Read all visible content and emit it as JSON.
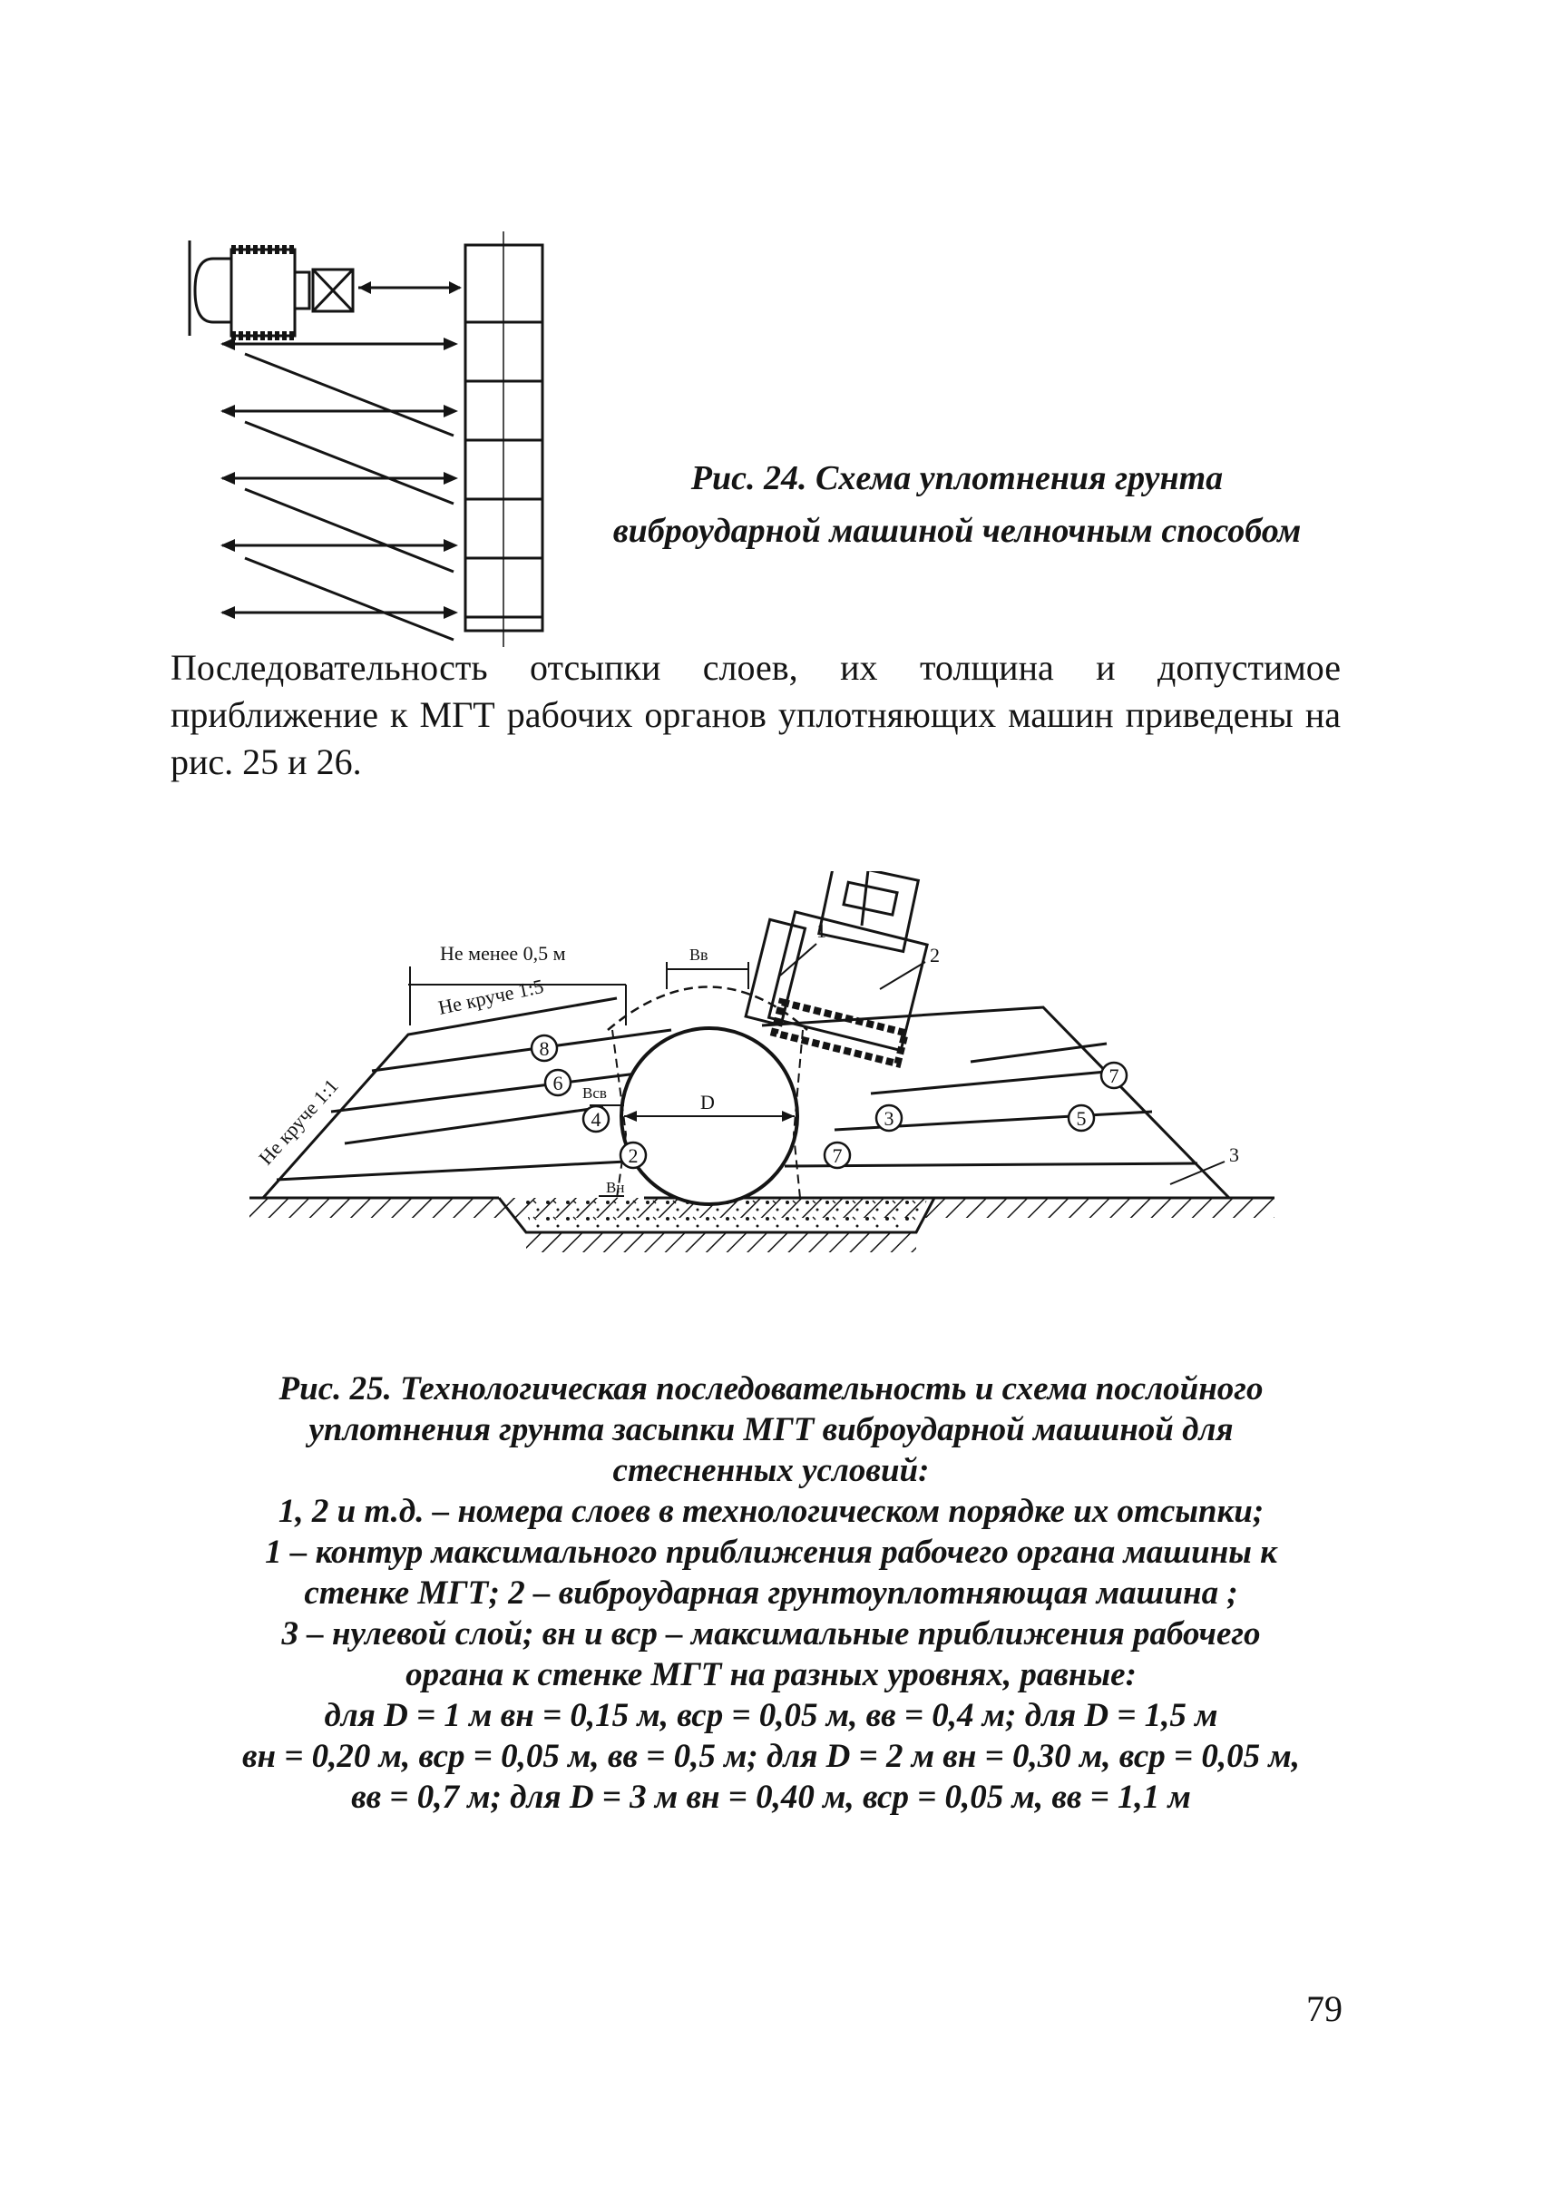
{
  "figure24": {
    "caption_line1": "Рис. 24. Схема уплотнения грунта",
    "caption_line2": "виброударной машиной челночным способом"
  },
  "body_text": "Последовательность отсыпки слоев, их толщина и допустимое приближение к МГТ рабочих органов уплотняющих машин приведены на рис. 25 и 26.",
  "figure25": {
    "labels": {
      "not_less": "Не менее 0,5 м",
      "not_steeper_15": "Не круче 1:5",
      "not_steeper_11": "Не круче 1:1",
      "bv": "Вв",
      "bsv": "Всв",
      "bn": "Вн",
      "d": "D",
      "callout_1": "1",
      "callout_2": "2",
      "callout_3": "3"
    },
    "layer_numbers": [
      "2",
      "3",
      "4",
      "5",
      "6",
      "7",
      "7",
      "8"
    ],
    "caption_lines": [
      "Рис. 25. Технологическая последовательность и схема послойного",
      "уплотнения грунта засыпки МГТ виброударной машиной для",
      "стесненных условий:",
      "1, 2 и т.д. – номера слоев в технологическом порядке их отсыпки;",
      "1 – контур максимального приближения рабочего органа машины к",
      "стенке МГТ; 2 – виброударная грунтоуплотняющая машина ;",
      "3 – нулевой слой; вн и вср – максимальные приближения рабочего",
      "органа к стенке МГТ на разных уровнях, равные:",
      "для D = 1 м вн = 0,15 м, вср = 0,05 м, вв = 0,4 м; для D = 1,5 м",
      "вн = 0,20 м, вср = 0,05 м, вв = 0,5 м; для D = 2 м вн = 0,30 м, вср = 0,05 м,",
      "вв = 0,7 м; для D = 3 м вн = 0,40 м, вср = 0,05 м, вв = 1,1 м"
    ]
  },
  "page_number": "79"
}
